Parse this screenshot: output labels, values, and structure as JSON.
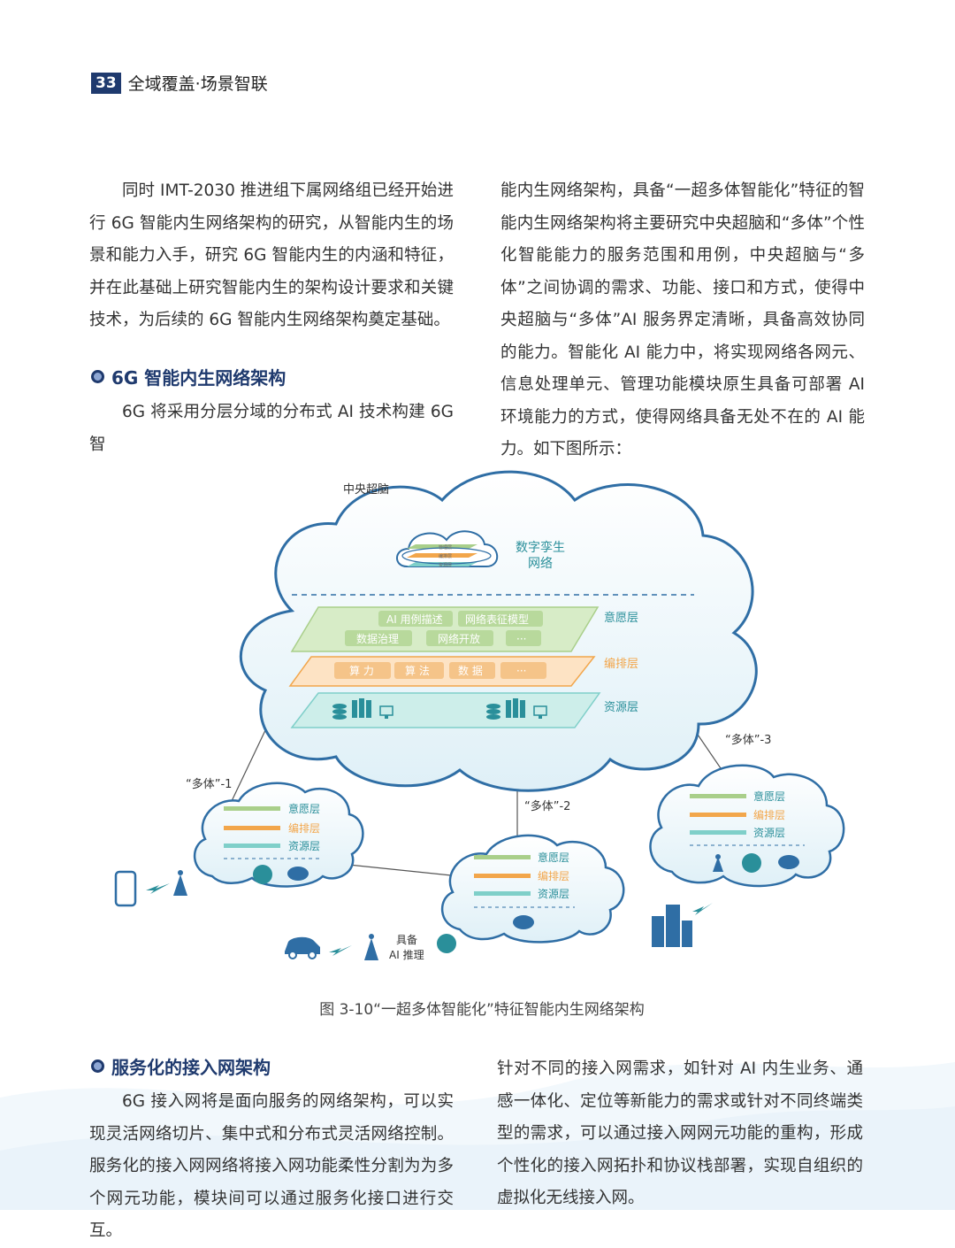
{
  "header": {
    "page_number": "33",
    "title": "全域覆盖·场景智联"
  },
  "left_col_1": {
    "paragraph": "同时 IMT-2030 推进组下属网络组已经开始进行 6G 智能内生网络架构的研究，从智能内生的场景和能力入手，研究 6G 智能内生的内涵和特征，并在此基础上研究智能内生的架构设计要求和关键技术，为后续的 6G 智能内生网络架构奠定基础。"
  },
  "section1": {
    "title": "6G 智能内生网络架构",
    "paragraph": "6G 将采用分层分域的分布式 AI 技术构建 6G 智"
  },
  "right_col_1": {
    "paragraph": "能内生网络架构，具备“一超多体智能化”特征的智能内生网络架构将主要研究中央超脑和“多体”个性化智能能力的服务范围和用例，中央超脑与“多体”之间协调的需求、功能、接口和方式，使得中央超脑与“多体”AI 服务界定清晰，具备高效协同的能力。智能化 AI 能力中，将实现网络各网元、信息处理单元、管理功能模块原生具备可部署 AI 环境能力的方式，使得网络具备无处不在的 AI 能力。如下图所示："
  },
  "diagram": {
    "central_label": "中央超脑",
    "twin_label_1": "数字孪生",
    "twin_label_2": "网络",
    "twin_layer_1": "管理层",
    "twin_layer_2": "编排层",
    "twin_layer_3": "资源层",
    "intent_items": [
      "AI 用例描述",
      "网络表征模型",
      "数据治理",
      "网络开放",
      "···"
    ],
    "orch_items": [
      "算 力",
      "算 法",
      "数 据",
      "···"
    ],
    "layer_intent": "意愿层",
    "layer_orch": "编排层",
    "layer_resource": "资源层",
    "multi1": "“多体”-1",
    "multi2": "“多体”-2",
    "multi3": "“多体”-3",
    "ai_capable_1": "具备",
    "ai_capable_2": "AI 推理"
  },
  "caption": "图 3-10“一超多体智能化”特征智能内生网络架构",
  "section2": {
    "title": "服务化的接入网架构",
    "paragraph": "6G 接入网将是面向服务的网络架构，可以实现灵活网络切片、集中式和分布式灵活网络控制。服务化的接入网网络将接入网功能柔性分割为为多个网元功能，模块间可以通过服务化接口进行交互。"
  },
  "right_col_2": {
    "paragraph": "针对不同的接入网需求，如针对 AI 内生业务、通感一体化、定位等新能力的需求或针对不同终端类型的需求，可以通过接入网网元功能的重构，形成个性化的接入网拓扑和协议栈部署，实现自组织的虚拟化无线接入网。"
  },
  "colors": {
    "navy": "#1f3a6e",
    "teal": "#2a8f9a",
    "green": "#a9cf8a",
    "orange": "#f2a64b",
    "cyan": "#7fcfc9",
    "cloud_fill": "#eaf6fa",
    "cloud_stroke": "#2f6ea5"
  }
}
